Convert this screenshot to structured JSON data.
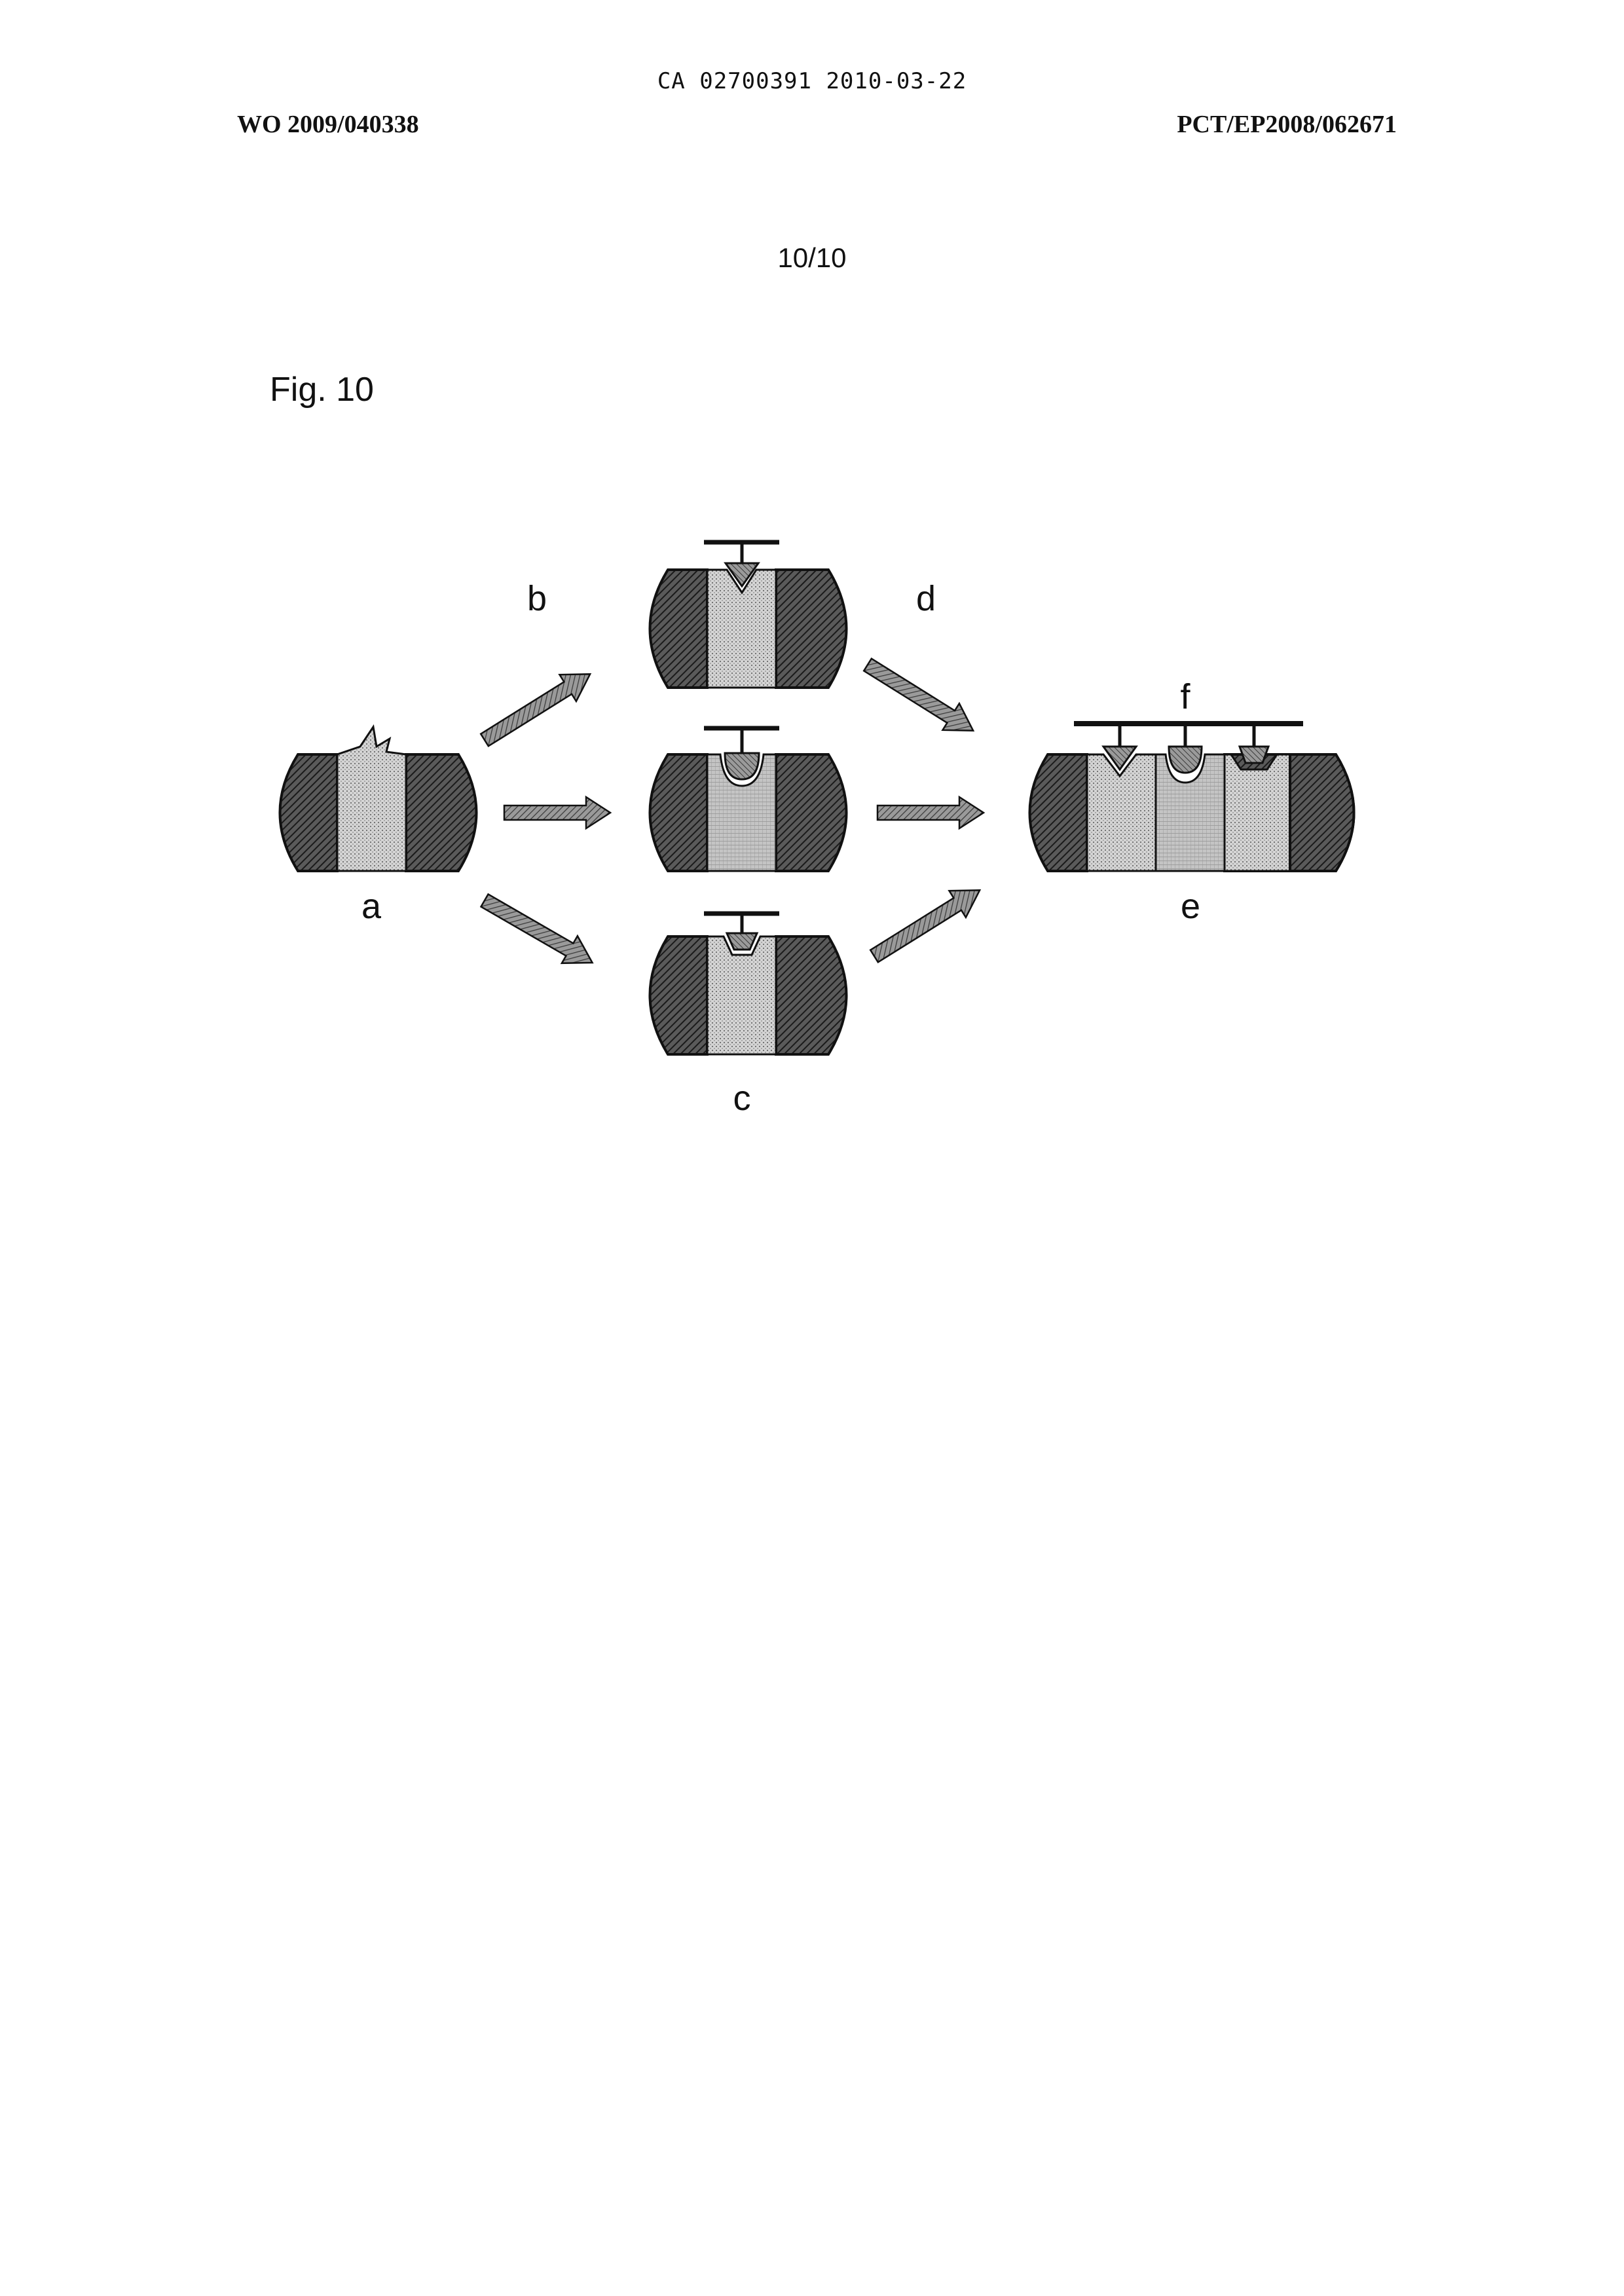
{
  "header": {
    "ca_number": "CA 02700391 2010-03-22",
    "wo_number": "WO 2009/040338",
    "pct_number": "PCT/EP2008/062671"
  },
  "page": {
    "number": "10/10"
  },
  "figure": {
    "title": "Fig. 10",
    "labels": {
      "a": "a",
      "b": "b",
      "c": "c",
      "d": "d",
      "e": "e",
      "f": "f"
    }
  },
  "colors": {
    "ink": "#111111",
    "dark_hatch": "#4a4a4a",
    "light_fill": "#c8c8c8",
    "arrow_fill": "#8a8a8a"
  }
}
